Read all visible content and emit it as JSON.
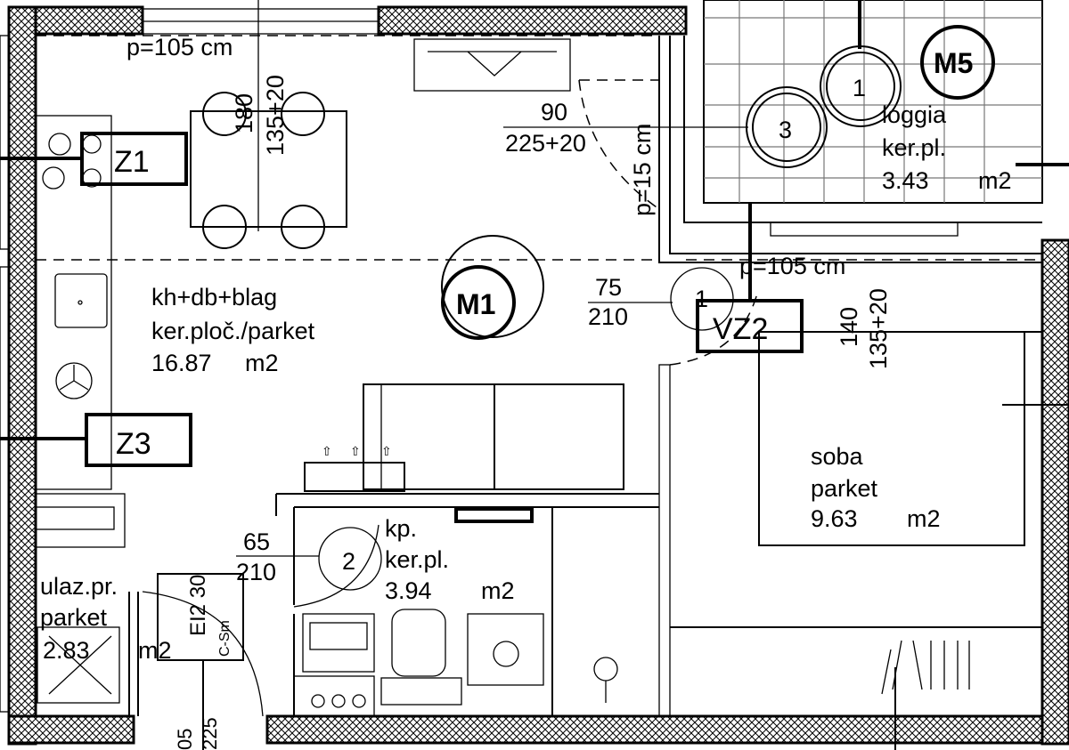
{
  "rooms": [
    {
      "name": "kh+db+blag",
      "floor": "ker.ploč./parket",
      "area": "16.87",
      "unit": "m2"
    },
    {
      "name": "loggia",
      "floor": "ker.pl.",
      "area": "3.43",
      "unit": "m2"
    },
    {
      "name": "soba",
      "floor": "parket",
      "area": "9.63",
      "unit": "m2"
    },
    {
      "name": "kp.",
      "floor": "ker.pl.",
      "area": "3.94",
      "unit": "m2"
    },
    {
      "name": "ulaz.pr.",
      "floor": "parket",
      "area": "2.83",
      "unit": "m2"
    }
  ],
  "tags": {
    "z1": "Z1",
    "z3": "Z3",
    "vz2": "VZ2",
    "m1": "M1",
    "m5": "M5"
  },
  "markers": {
    "m_one_a": "1",
    "m_three": "3",
    "door_one": "1",
    "door_two": "2"
  },
  "dimensions": {
    "window_kitchen": "p=105 cm",
    "window_kitchen_w": "180",
    "window_kitchen_h": "135+20",
    "loggia_door_w": "90",
    "loggia_door_h": "225+20",
    "loggia_sill": "p=15 cm",
    "room_door_w": "75",
    "room_door_h": "210",
    "soba_window": "p=105 cm",
    "soba_window_w": "140",
    "soba_window_h": "135+20",
    "bath_door_w": "65",
    "bath_door_h": "210",
    "entry_door_w": "05",
    "entry_door_h": "225",
    "fire_rating": "EI2 30",
    "fire_class": "C-Sm"
  }
}
